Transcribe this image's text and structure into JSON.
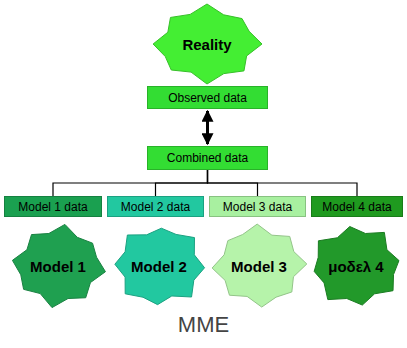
{
  "diagram": {
    "caption": "MME",
    "nodes": [
      {
        "text": [
          "Reality"
        ]
      },
      {
        "text": [
          "Observed data"
        ]
      },
      {
        "text": [
          "Combined data"
        ]
      },
      {
        "text": [
          "Model 1 data"
        ]
      },
      {
        "text": [
          "Model 2 data"
        ]
      },
      {
        "text": [
          "Model 3 data"
        ]
      },
      {
        "text": [
          "Model 4 data"
        ]
      },
      {
        "text": [
          "Model 1"
        ]
      },
      {
        "text": [
          "Model 2"
        ]
      },
      {
        "text": [
          "Model 3"
        ]
      },
      {
        "text": [
          "μοδελ 4"
        ]
      }
    ],
    "edges": [
      {
        "from": 1,
        "to": 2,
        "arrow": "both"
      },
      {
        "from": 2,
        "to": 3,
        "arrow": "none"
      },
      {
        "from": 2,
        "to": 4,
        "arrow": "none"
      },
      {
        "from": 2,
        "to": 5,
        "arrow": "none"
      },
      {
        "from": 2,
        "to": 6,
        "arrow": "none"
      }
    ]
  }
}
